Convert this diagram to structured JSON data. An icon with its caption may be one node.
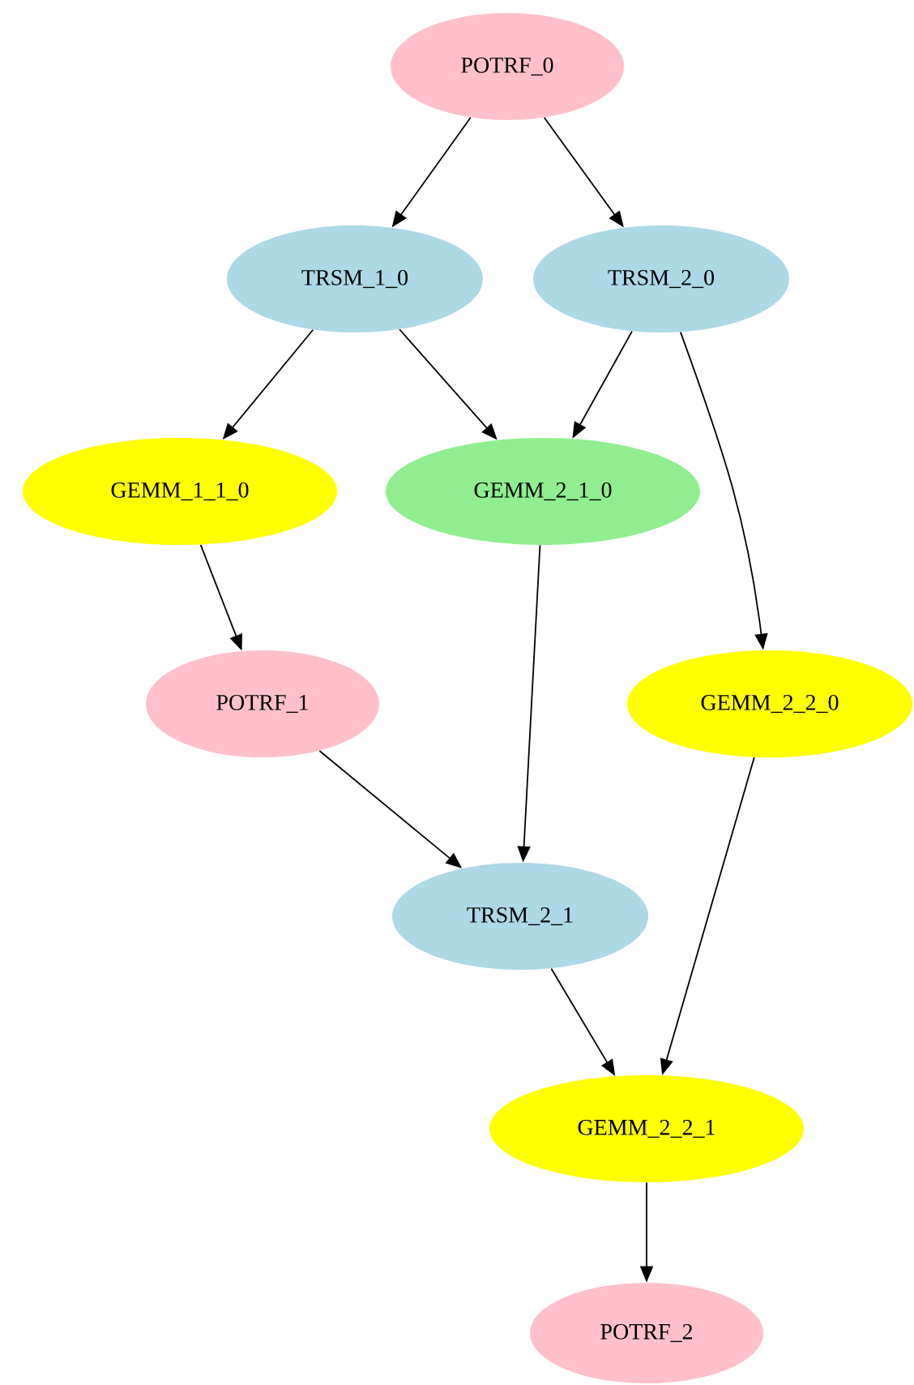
{
  "diagram": {
    "nodes": [
      {
        "text": [
          "POTRF_0"
        ]
      },
      {
        "text": [
          "TRSM_1_0"
        ]
      },
      {
        "text": [
          "TRSM_2_0"
        ]
      },
      {
        "text": [
          "GEMM_1_1_0"
        ]
      },
      {
        "text": [
          "GEMM_2_1_0"
        ]
      },
      {
        "text": [
          "POTRF_1"
        ]
      },
      {
        "text": [
          "GEMM_2_2_0"
        ]
      },
      {
        "text": [
          "TRSM_2_1"
        ]
      },
      {
        "text": [
          "GEMM_2_2_1"
        ]
      },
      {
        "text": [
          "POTRF_2"
        ]
      }
    ],
    "edges": [
      {
        "from": 0,
        "to": 1,
        "arrow": "to"
      },
      {
        "from": 0,
        "to": 2,
        "arrow": "to"
      },
      {
        "from": 1,
        "to": 3,
        "arrow": "to"
      },
      {
        "from": 1,
        "to": 4,
        "arrow": "to"
      },
      {
        "from": 2,
        "to": 4,
        "arrow": "to"
      },
      {
        "from": 2,
        "to": 6,
        "arrow": "to"
      },
      {
        "from": 3,
        "to": 5,
        "arrow": "to"
      },
      {
        "from": 4,
        "to": 7,
        "arrow": "to"
      },
      {
        "from": 5,
        "to": 7,
        "arrow": "to"
      },
      {
        "from": 7,
        "to": 8,
        "arrow": "to"
      },
      {
        "from": 6,
        "to": 8,
        "arrow": "to"
      },
      {
        "from": 8,
        "to": 9,
        "arrow": "to"
      }
    ]
  }
}
